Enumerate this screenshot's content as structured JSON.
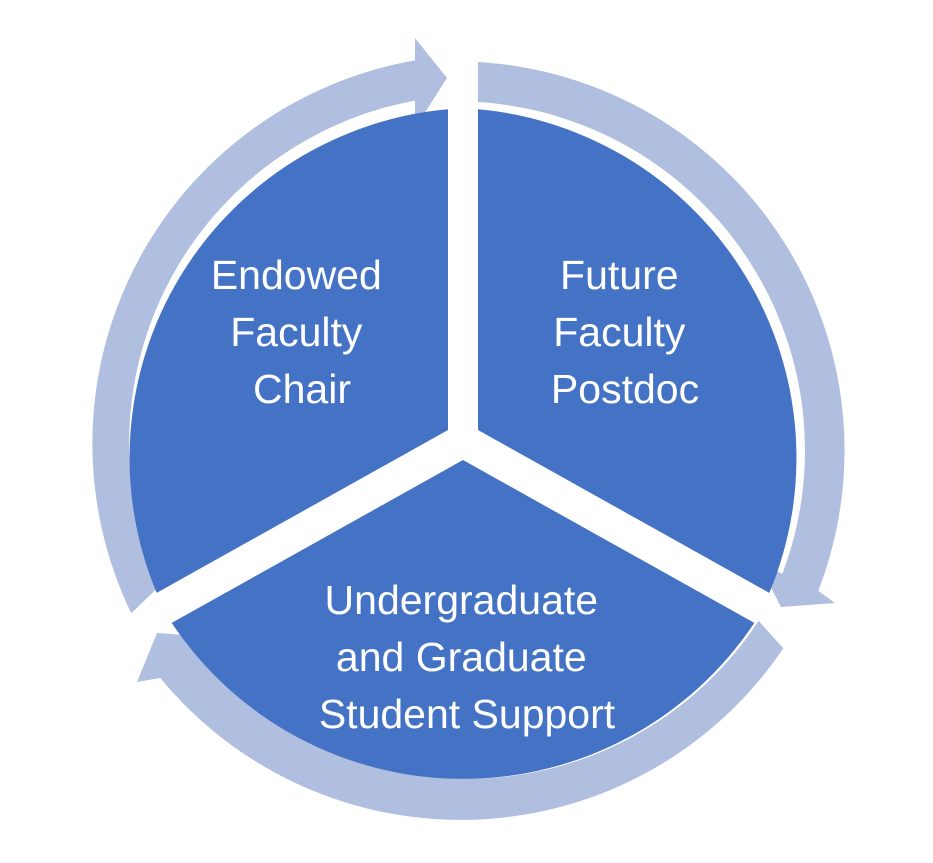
{
  "diagram": {
    "type": "cycle",
    "colors": {
      "segment_fill": "#4472C4",
      "arrow_fill": "#B0BEDF",
      "text": "#FFFFFF",
      "background": "#FFFFFF"
    },
    "segments": [
      {
        "id": "endowed",
        "lines": [
          "Endowed",
          "Faculty",
          "Chair"
        ]
      },
      {
        "id": "future",
        "lines": [
          "Future",
          "Faculty",
          "Postdoc"
        ]
      },
      {
        "id": "student",
        "lines": [
          "Undergraduate",
          "and Graduate",
          "Student Support"
        ]
      }
    ],
    "arrows": [
      {
        "id": "arrow-endowed-to-future",
        "from": "Endowed Faculty Chair",
        "to": "Future Faculty Postdoc"
      },
      {
        "id": "arrow-future-to-student",
        "from": "Future Faculty Postdoc",
        "to": "Undergraduate and Graduate Student Support"
      },
      {
        "id": "arrow-student-to-endowed",
        "from": "Undergraduate and Graduate Student Support",
        "to": "Endowed Faculty Chair"
      }
    ]
  }
}
